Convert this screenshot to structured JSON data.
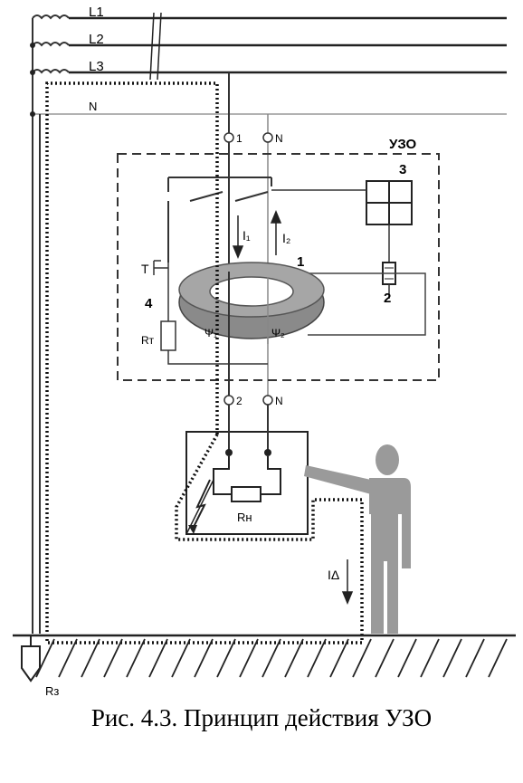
{
  "diagram": {
    "phase_labels": [
      "L1",
      "L2",
      "L3"
    ],
    "neutral_label": "N",
    "device_label": "УЗО",
    "terminal_top_phase": "1",
    "terminal_top_neutral": "N",
    "terminal_bottom_phase": "2",
    "terminal_bottom_neutral": "N",
    "current_1": "I₁",
    "current_2": "I₂",
    "leak_current": "IΔ",
    "part_transformer": "1",
    "part_winding": "2",
    "part_relay": "3",
    "part_test": "4",
    "test_resistor": "Rт",
    "winding_1": "Ψ₁",
    "winding_2": "Ψ₂",
    "load_resistor": "Rн",
    "ground_resistor": "Rз",
    "test_button": "Т"
  },
  "caption": "Рис. 4.3. Принцип действия УЗО"
}
